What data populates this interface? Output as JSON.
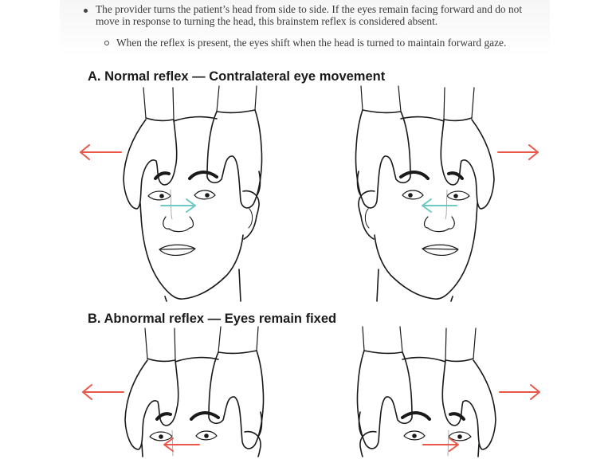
{
  "text": {
    "bullet_lines": [
      "The provider turns the patient’s head from side to side. If the eyes remain facing forward and do not",
      "move in response to turning the head, this brainstem reflex is considered absent."
    ],
    "sub_bullet": "When the reflex is present, the eyes shift when the head is turned to maintain forward gaze."
  },
  "figure": {
    "section_a_title": "A. Normal reflex — Contralateral eye movement",
    "section_b_title": "B. Abnormal reflex — Eyes remain fixed",
    "colors": {
      "head_arrow": "#e8574a",
      "eye_arrow_normal": "#6cc9c4",
      "eye_arrow_abnormal": "#e8574a",
      "line": "#1a1a1a"
    }
  }
}
